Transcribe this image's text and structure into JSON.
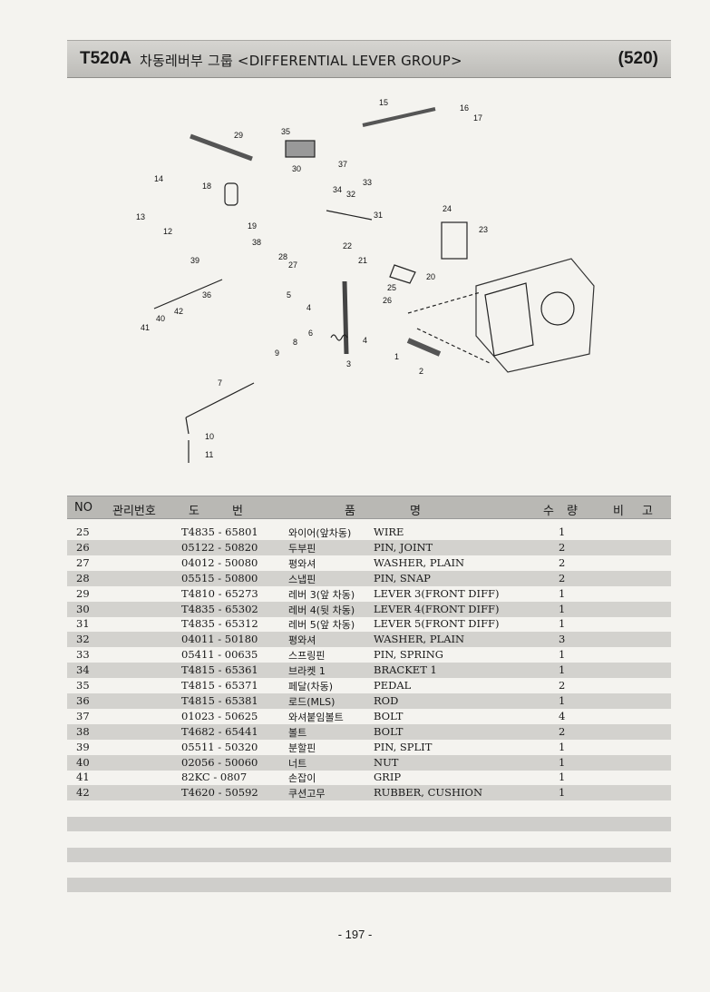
{
  "header": {
    "code": "T520A",
    "title": "차동레버부 그룹 <DIFFERENTIAL LEVER GROUP>",
    "group_number": "(520)"
  },
  "diagram_callouts": [
    "1",
    "2",
    "3",
    "4",
    "4",
    "5",
    "6",
    "7",
    "8",
    "9",
    "10",
    "11",
    "12",
    "13",
    "14",
    "15",
    "16",
    "17",
    "18",
    "19",
    "20",
    "21",
    "22",
    "23",
    "24",
    "25",
    "26",
    "27",
    "28",
    "29",
    "30",
    "31",
    "32",
    "33",
    "34",
    "35",
    "36",
    "37",
    "38",
    "39",
    "40",
    "41",
    "42"
  ],
  "table": {
    "headers": {
      "no": "NO",
      "mgmt_no": "관리번호",
      "do": "도",
      "beon": "번",
      "pum": "품",
      "myeong": "명",
      "su": "수",
      "ryang": "량",
      "bi": "비",
      "go": "고"
    },
    "rows": [
      {
        "no": "25",
        "part": "T4835 - 65801",
        "kor": "와이어(앞차동)",
        "eng": "WIRE",
        "qty": "1"
      },
      {
        "no": "26",
        "part": "05122 - 50820",
        "kor": "두부핀",
        "eng": "PIN, JOINT",
        "qty": "2"
      },
      {
        "no": "27",
        "part": "04012 - 50080",
        "kor": "평와셔",
        "eng": "WASHER, PLAIN",
        "qty": "2"
      },
      {
        "no": "28",
        "part": "05515 - 50800",
        "kor": "스냅핀",
        "eng": "PIN, SNAP",
        "qty": "2"
      },
      {
        "no": "29",
        "part": "T4810 - 65273",
        "kor": "레버 3(앞 차동)",
        "eng": "LEVER 3(FRONT DIFF)",
        "qty": "1"
      },
      {
        "no": "30",
        "part": "T4835 - 65302",
        "kor": "레버 4(뒷 차동)",
        "eng": "LEVER 4(FRONT DIFF)",
        "qty": "1"
      },
      {
        "no": "31",
        "part": "T4835 - 65312",
        "kor": "레버 5(앞 차동)",
        "eng": "LEVER 5(FRONT DIFF)",
        "qty": "1"
      },
      {
        "no": "32",
        "part": "04011 - 50180",
        "kor": "평와셔",
        "eng": "WASHER, PLAIN",
        "qty": "3"
      },
      {
        "no": "33",
        "part": "05411 - 00635",
        "kor": "스프링핀",
        "eng": "PIN, SPRING",
        "qty": "1"
      },
      {
        "no": "34",
        "part": "T4815 - 65361",
        "kor": "브라켓 1",
        "eng": "BRACKET 1",
        "qty": "1"
      },
      {
        "no": "35",
        "part": "T4815 - 65371",
        "kor": "페달(차동)",
        "eng": "PEDAL",
        "qty": "2"
      },
      {
        "no": "36",
        "part": "T4815 - 65381",
        "kor": "로드(MLS)",
        "eng": "ROD",
        "qty": "1"
      },
      {
        "no": "37",
        "part": "01023 - 50625",
        "kor": "와셔붙임볼트",
        "eng": "BOLT",
        "qty": "4"
      },
      {
        "no": "38",
        "part": "T4682 - 65441",
        "kor": "볼트",
        "eng": "BOLT",
        "qty": "2"
      },
      {
        "no": "39",
        "part": "05511 - 50320",
        "kor": "분할핀",
        "eng": "PIN, SPLIT",
        "qty": "1"
      },
      {
        "no": "40",
        "part": "02056 - 50060",
        "kor": "너트",
        "eng": "NUT",
        "qty": "1"
      },
      {
        "no": "41",
        "part": "82KC - 0807",
        "kor": "손잡이",
        "eng": "GRIP",
        "qty": "1"
      },
      {
        "no": "42",
        "part": "T4620 - 50592",
        "kor": "쿠션고무",
        "eng": "RUBBER, CUSHION",
        "qty": "1"
      }
    ]
  },
  "footer": {
    "page": "- 197 -"
  }
}
